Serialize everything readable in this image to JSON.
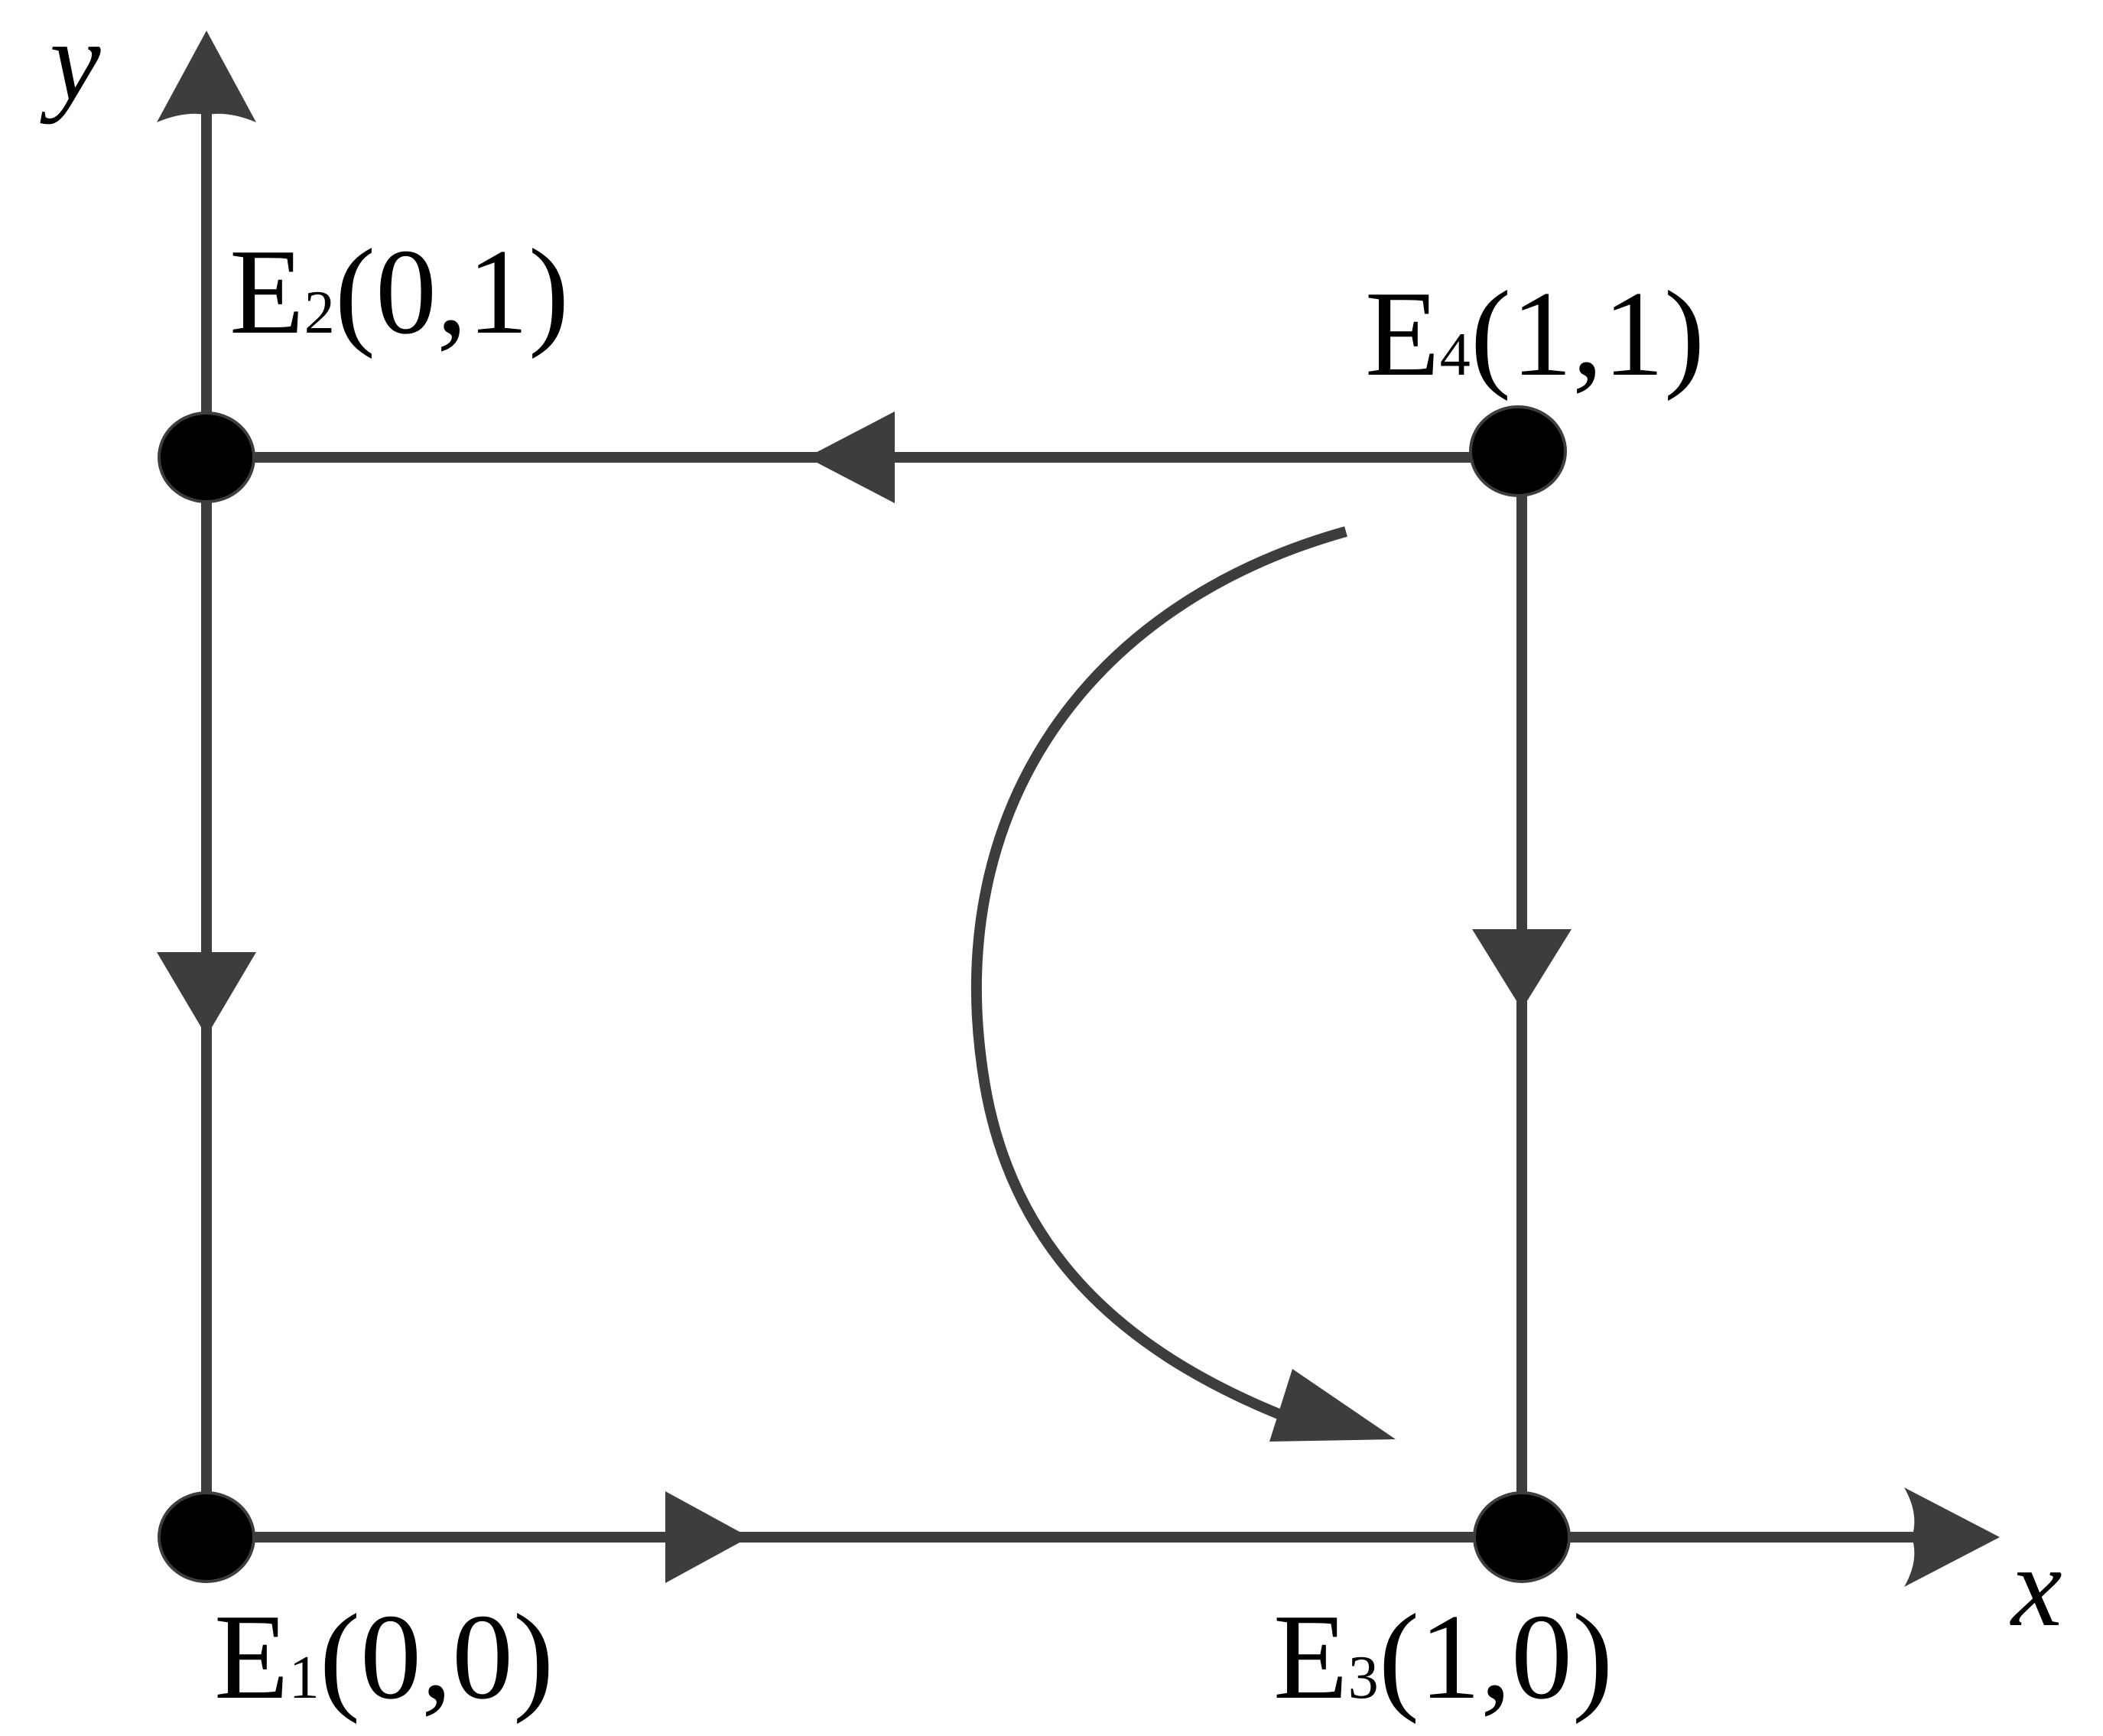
{
  "axes": {
    "x_label": "x",
    "y_label": "y"
  },
  "points": [
    {
      "id": "E1",
      "base": "E",
      "subscript": "1",
      "coords": "(0,0)"
    },
    {
      "id": "E2",
      "base": "E",
      "subscript": "2",
      "coords": "(0,1)"
    },
    {
      "id": "E3",
      "base": "E",
      "subscript": "3",
      "coords": "(1,0)"
    },
    {
      "id": "E4",
      "base": "E",
      "subscript": "4",
      "coords": "(1,1)"
    }
  ],
  "flows": [
    {
      "from": "E4",
      "to": "E2"
    },
    {
      "from": "E2",
      "to": "E1"
    },
    {
      "from": "E1",
      "to": "E3"
    },
    {
      "from": "E4",
      "to": "E3"
    },
    {
      "from": "E4",
      "to": "E3",
      "curved": true
    }
  ],
  "colors": {
    "line": "#3d3d3d",
    "node": "#000000",
    "text": "#000000",
    "background": "#ffffff"
  }
}
